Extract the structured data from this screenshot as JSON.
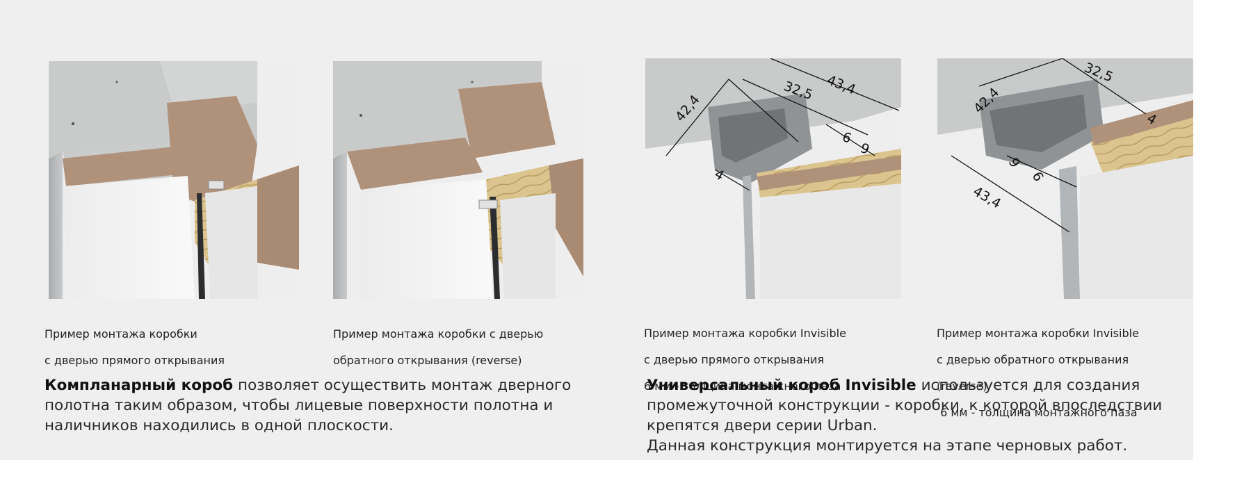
{
  "figures": [
    {
      "caption_lines": [
        "Пример монтажа коробки",
        "с дверью прямого открывания"
      ]
    },
    {
      "caption_lines": [
        "Пример монтажа коробки с дверью",
        "обратного открывания (reverse)"
      ]
    },
    {
      "caption_lines": [
        "Пример монтажа коробки Invisible",
        "с дверью прямого открывания",
        "6 мм - толщина монтажного паза"
      ],
      "dimensions": [
        "43,4",
        "32,5",
        "42,4",
        "6",
        "9",
        "4"
      ]
    },
    {
      "caption_lines": [
        "Пример монтажа коробки Invisible",
        "с дверью обратного открывания",
        "(reverse)",
        " 6 мм - толщина монтажного паза"
      ],
      "dimensions": [
        "32,5",
        "42,4",
        "4",
        "9",
        "6",
        "43,4"
      ]
    }
  ],
  "descriptions": {
    "left": {
      "bold": "Компланарный короб",
      "rest_line1": " позволяет осуществить монтаж дверного",
      "line2": "полотна таким образом, чтобы лицевые поверхности полотна и",
      "line3": "наличников находились в одной плоскости."
    },
    "right": {
      "bold": "Универсальный короб Invisible",
      "rest_line1": " используется для создания",
      "line2": "промежуточной конструкции - коробки, к которой впоследствии",
      "line3": "крепятся двери серии Urban.",
      "line4": "Данная конструкция монтируется на этапе черновых работ."
    }
  },
  "colors": {
    "panel_background": "#efefef",
    "concrete": "#c9cbcb",
    "chipboard": "#b0917a",
    "wood": "#dcc48f",
    "door_white": "#f4f4f4",
    "aluminium": "#9a9d9f"
  }
}
